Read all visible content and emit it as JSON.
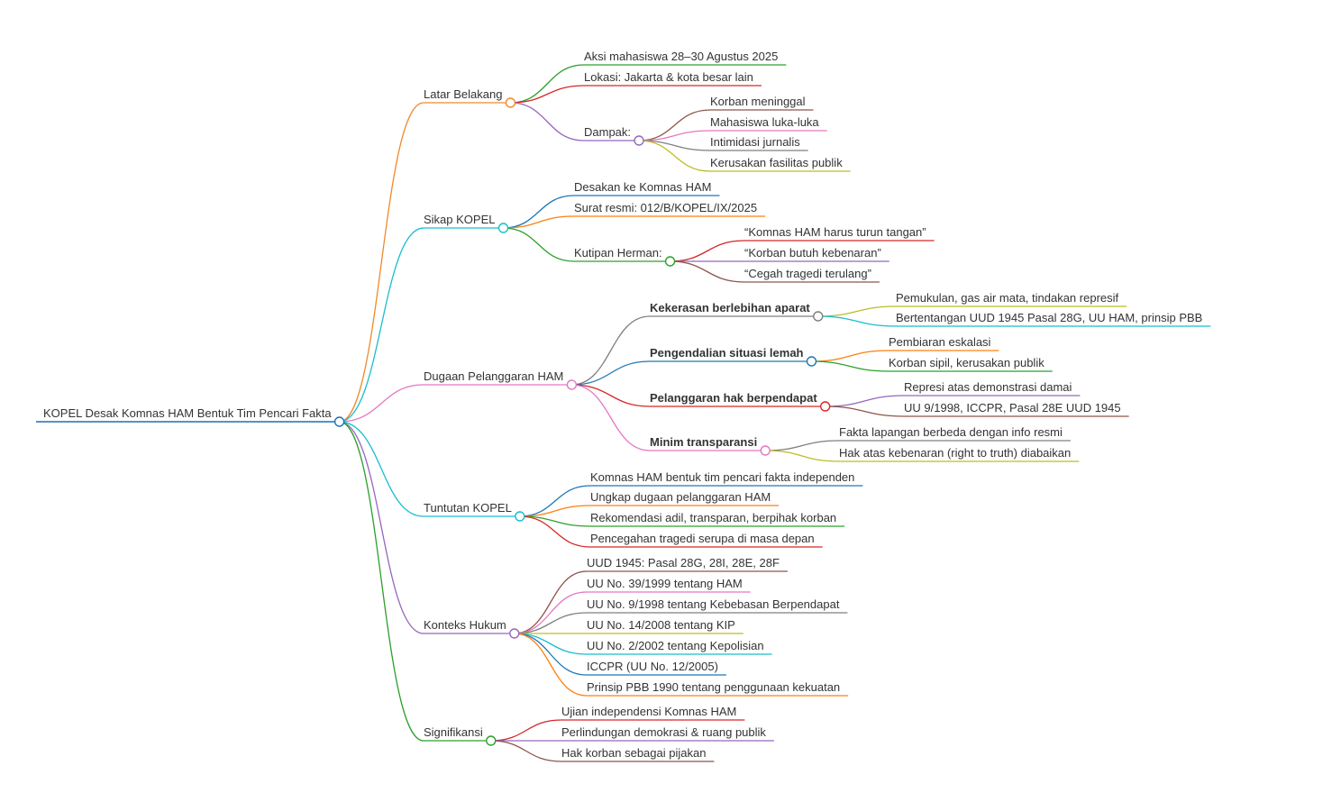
{
  "mindmap": {
    "root": {
      "label": "KOPEL Desak Komnas HAM Bentuk Tim Pencari Fakta",
      "color": "#1f6fb5",
      "children": [
        {
          "label": "Latar Belakang",
          "color": "#ef8a2c",
          "children": [
            {
              "label": "Aksi mahasiswa 28–30 Agustus 2025",
              "color": "#2ca02c"
            },
            {
              "label": "Lokasi: Jakarta & kota besar lain",
              "color": "#d62728"
            },
            {
              "label": "Dampak:",
              "color": "#9467bd",
              "children": [
                {
                  "label": "Korban meninggal",
                  "color": "#8c564b"
                },
                {
                  "label": "Mahasiswa luka-luka",
                  "color": "#e377c2"
                },
                {
                  "label": "Intimidasi jurnalis",
                  "color": "#7f7f7f"
                },
                {
                  "label": "Kerusakan fasilitas publik",
                  "color": "#bcbd22"
                }
              ]
            }
          ]
        },
        {
          "label": "Sikap KOPEL",
          "color": "#17becf",
          "children": [
            {
              "label": "Desakan ke Komnas HAM",
              "color": "#1f77b4"
            },
            {
              "label": "Surat resmi: 012/B/KOPEL/IX/2025",
              "color": "#ff7f0e"
            },
            {
              "label": "Kutipan Herman:",
              "color": "#2ca02c",
              "children": [
                {
                  "label": "“Komnas HAM harus turun tangan”",
                  "color": "#d62728"
                },
                {
                  "label": "“Korban butuh kebenaran”",
                  "color": "#9467bd"
                },
                {
                  "label": "“Cegah tragedi terulang”",
                  "color": "#8c564b"
                }
              ]
            }
          ]
        },
        {
          "label": "Dugaan Pelanggaran HAM",
          "color": "#e377c2",
          "children": [
            {
              "label": "Kekerasan berlebihan aparat",
              "bold": true,
              "color": "#7f7f7f",
              "children": [
                {
                  "label": "Pemukulan, gas air mata, tindakan represif",
                  "color": "#bcbd22"
                },
                {
                  "label": "Bertentangan UUD 1945 Pasal 28G, UU HAM, prinsip PBB",
                  "color": "#17becf"
                }
              ]
            },
            {
              "label": "Pengendalian situasi lemah",
              "bold": true,
              "color": "#1f77b4",
              "children": [
                {
                  "label": "Pembiaran eskalasi",
                  "color": "#ff7f0e"
                },
                {
                  "label": "Korban sipil, kerusakan publik",
                  "color": "#2ca02c"
                }
              ]
            },
            {
              "label": "Pelanggaran hak berpendapat",
              "bold": true,
              "color": "#d62728",
              "children": [
                {
                  "label": "Represi atas demonstrasi damai",
                  "color": "#9467bd"
                },
                {
                  "label": "UU 9/1998, ICCPR, Pasal 28E UUD 1945",
                  "color": "#8c564b"
                }
              ]
            },
            {
              "label": "Minim transparansi",
              "bold": true,
              "color": "#e377c2",
              "children": [
                {
                  "label": "Fakta lapangan berbeda dengan info resmi",
                  "color": "#7f7f7f"
                },
                {
                  "label": "Hak atas kebenaran (right to truth) diabaikan",
                  "color": "#bcbd22"
                }
              ]
            }
          ]
        },
        {
          "label": "Tuntutan KOPEL",
          "color": "#17becf",
          "children": [
            {
              "label": "Komnas HAM bentuk tim pencari fakta independen",
              "color": "#1f77b4"
            },
            {
              "label": "Ungkap dugaan pelanggaran HAM",
              "color": "#ff7f0e"
            },
            {
              "label": "Rekomendasi adil, transparan, berpihak korban",
              "color": "#2ca02c"
            },
            {
              "label": "Pencegahan tragedi serupa di masa depan",
              "color": "#d62728"
            }
          ]
        },
        {
          "label": "Konteks Hukum",
          "color": "#9467bd",
          "children": [
            {
              "label": "UUD 1945: Pasal 28G, 28I, 28E, 28F",
              "color": "#8c564b"
            },
            {
              "label": "UU No. 39/1999 tentang HAM",
              "color": "#e377c2"
            },
            {
              "label": "UU No. 9/1998 tentang Kebebasan Berpendapat",
              "color": "#7f7f7f"
            },
            {
              "label": "UU No. 14/2008 tentang KIP",
              "color": "#bcbd22"
            },
            {
              "label": "UU No. 2/2002 tentang Kepolisian",
              "color": "#17becf"
            },
            {
              "label": "ICCPR (UU No. 12/2005)",
              "color": "#1f77b4"
            },
            {
              "label": "Prinsip PBB 1990 tentang penggunaan kekuatan",
              "color": "#ff7f0e"
            }
          ]
        },
        {
          "label": "Signifikansi",
          "color": "#2ca02c",
          "children": [
            {
              "label": "Ujian independensi Komnas HAM",
              "color": "#d62728"
            },
            {
              "label": "Perlindungan demokrasi & ruang publik",
              "color": "#9467bd"
            },
            {
              "label": "Hak korban sebagai pijakan",
              "color": "#8c564b"
            }
          ]
        }
      ]
    }
  }
}
